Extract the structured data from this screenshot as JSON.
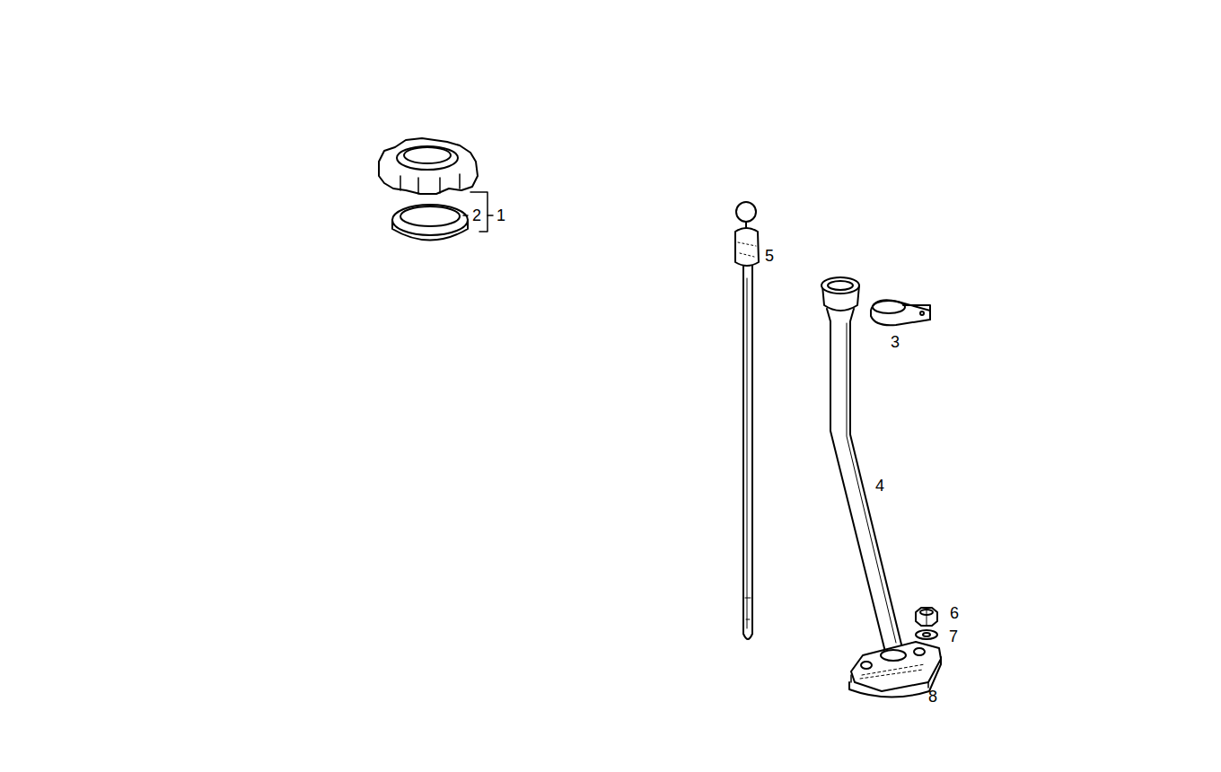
{
  "diagram": {
    "labels": [
      "2",
      "1",
      "5",
      "3",
      "4",
      "6",
      "7",
      "8"
    ]
  }
}
